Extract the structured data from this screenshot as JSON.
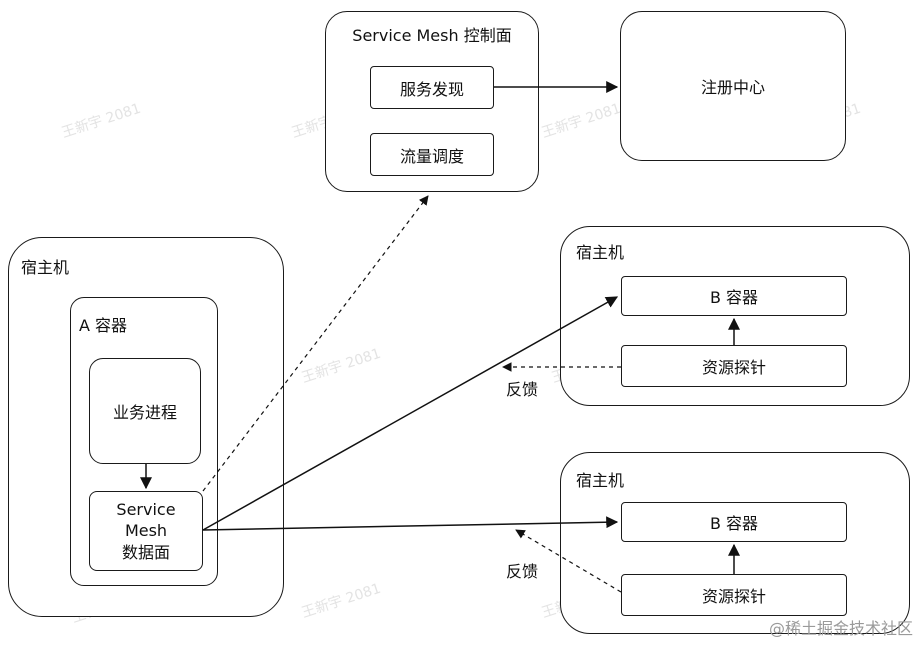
{
  "control_plane": {
    "title": "Service Mesh 控制面",
    "service_discovery": "服务发现",
    "traffic_scheduling": "流量调度"
  },
  "registry": {
    "label": "注册中心"
  },
  "host_a": {
    "label": "宿主机",
    "container_label": "A 容器",
    "business_process": "业务进程",
    "data_plane_line1": "Service",
    "data_plane_line2": "Mesh",
    "data_plane_line3": "数据面"
  },
  "host_b1": {
    "label": "宿主机",
    "container": "B 容器",
    "probe": "资源探针",
    "feedback": "反馈"
  },
  "host_b2": {
    "label": "宿主机",
    "container": "B 容器",
    "probe": "资源探针",
    "feedback": "反馈"
  },
  "watermark_text": "王新宇 2081",
  "credit": "@稀土掘金技术社区"
}
